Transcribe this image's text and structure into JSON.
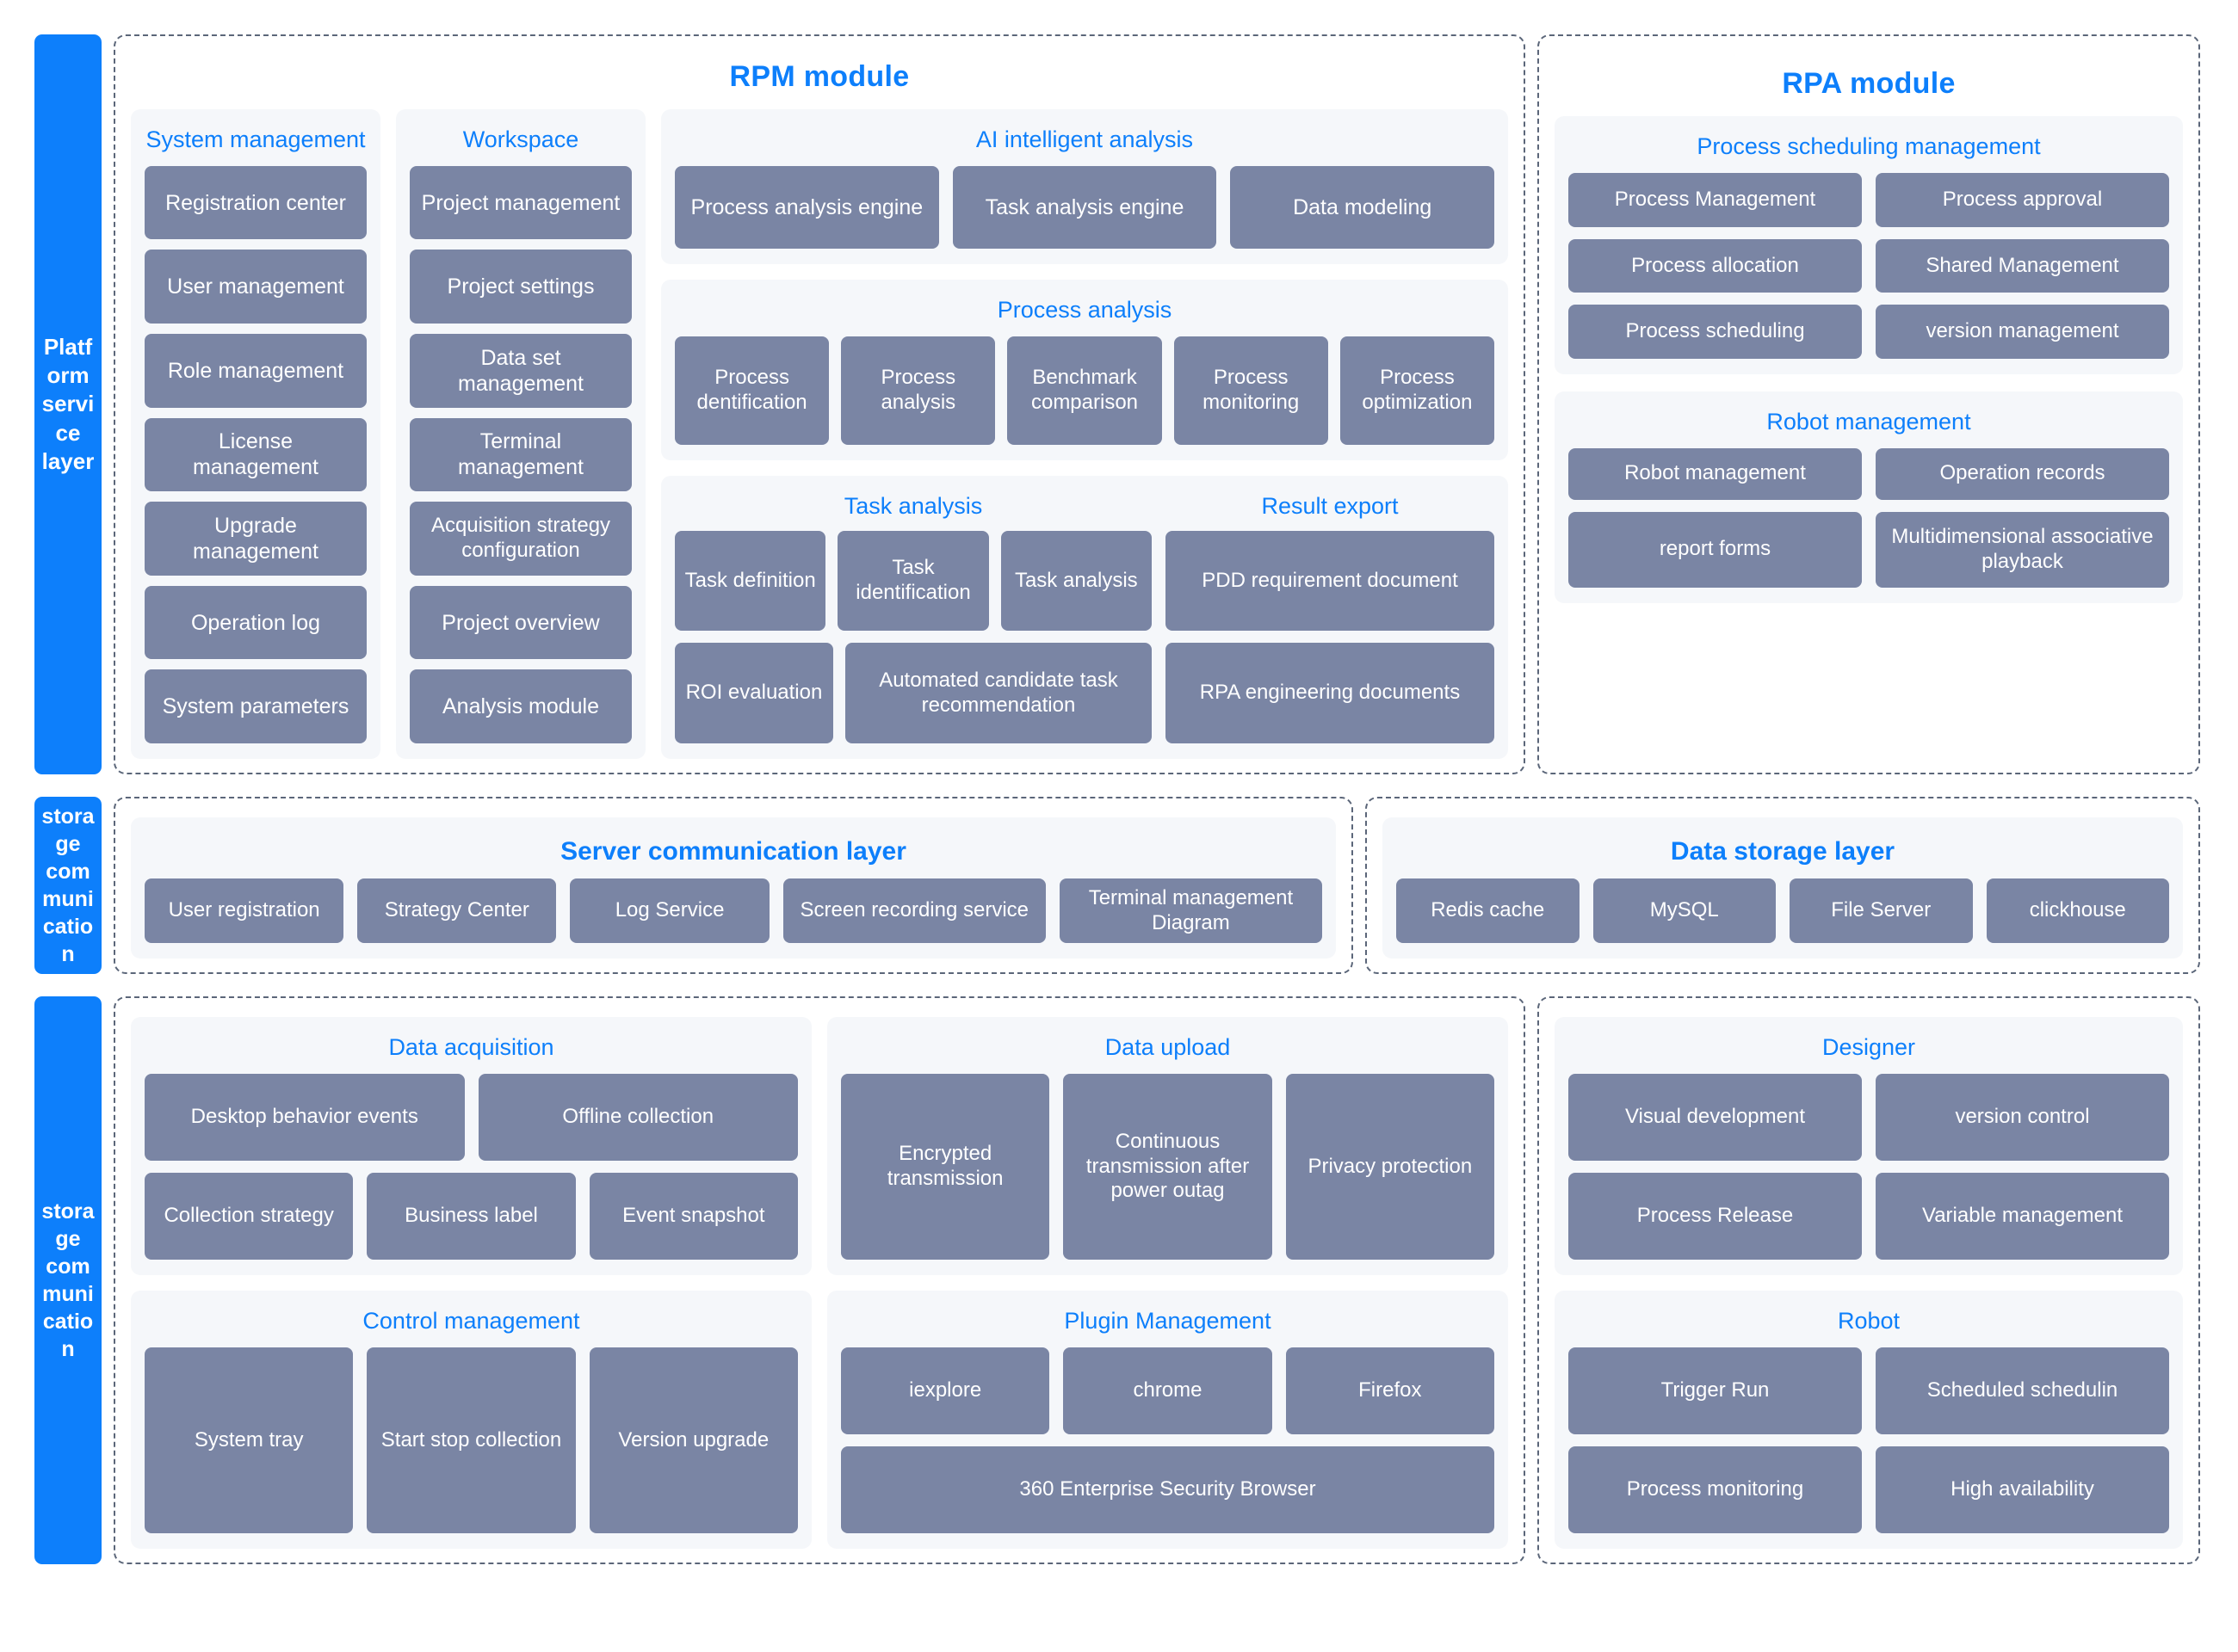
{
  "layers": {
    "platform_service": "Platform service layer",
    "storage_communication_mid": "storage communication",
    "storage_communication_bottom": "storage communication"
  },
  "rpm": {
    "title": "RPM module",
    "system_management": {
      "title": "System management",
      "items": [
        "Registration center",
        "User management",
        "Role management",
        "License management",
        "Upgrade management",
        "Operation log",
        "System parameters"
      ]
    },
    "workspace": {
      "title": "Workspace",
      "items": [
        "Project management",
        "Project settings",
        "Data set management",
        "Terminal management",
        "Acquisition strategy configuration",
        "Project overview",
        "Analysis module"
      ]
    },
    "ai_intelligent_analysis": {
      "title": "AI intelligent analysis",
      "items": [
        "Process analysis engine",
        "Task analysis engine",
        "Data modeling"
      ]
    },
    "process_analysis": {
      "title": "Process analysis",
      "items": [
        "Process dentification",
        "Process analysis",
        "Benchmark comparison",
        "Process monitoring",
        "Process optimization"
      ]
    },
    "task_analysis": {
      "title": "Task analysis",
      "row1": [
        "Task definition",
        "Task identification",
        "Task analysis"
      ],
      "row2": [
        "ROI evaluation",
        "Automated candidate task recommendation"
      ]
    },
    "result_export": {
      "title": "Result export",
      "items": [
        "PDD requirement document",
        "RPA engineering documents"
      ]
    }
  },
  "rpa": {
    "title": "RPA module",
    "process_scheduling_management": {
      "title": "Process scheduling management",
      "items": [
        "Process Management",
        "Process approval",
        "Process allocation",
        "Shared Management",
        "Process scheduling",
        "version management"
      ]
    },
    "robot_management": {
      "title": "Robot management",
      "items": [
        "Robot management",
        "Operation records",
        "report forms",
        "Multidimensional associative playback"
      ]
    }
  },
  "server_communication_layer": {
    "title": "Server communication layer",
    "items": [
      "User registration",
      "Strategy Center",
      "Log Service",
      "Screen recording service",
      "Terminal management Diagram"
    ]
  },
  "data_storage_layer": {
    "title": "Data storage layer",
    "items": [
      "Redis cache",
      "MySQL",
      "File Server",
      "clickhouse"
    ]
  },
  "data_acquisition": {
    "title": "Data acquisition",
    "row1": [
      "Desktop behavior events",
      "Offline collection"
    ],
    "row2": [
      "Collection strategy",
      "Business label",
      "Event snapshot"
    ]
  },
  "control_management": {
    "title": "Control management",
    "items": [
      "System tray",
      "Start stop collection",
      "Version upgrade"
    ]
  },
  "data_upload": {
    "title": "Data upload",
    "items": [
      "Encrypted transmission",
      "Continuous transmission after power outag",
      "Privacy protection"
    ]
  },
  "plugin_management": {
    "title": "Plugin Management",
    "row1": [
      "iexplore",
      "chrome",
      "Firefox"
    ],
    "row2": [
      "360 Enterprise Security Browser"
    ]
  },
  "designer": {
    "title": "Designer",
    "items": [
      "Visual development",
      "version control",
      "Process Release",
      "Variable management"
    ]
  },
  "robot": {
    "title": "Robot",
    "items": [
      "Trigger Run",
      "Scheduled schedulin",
      "Process monitoring",
      "High availability"
    ]
  },
  "colors": {
    "accent_blue": "#0d7ffb",
    "card_grey": "#7a85a4",
    "panel_bg": "#f5f7fa",
    "dash_border": "#5b6679"
  }
}
